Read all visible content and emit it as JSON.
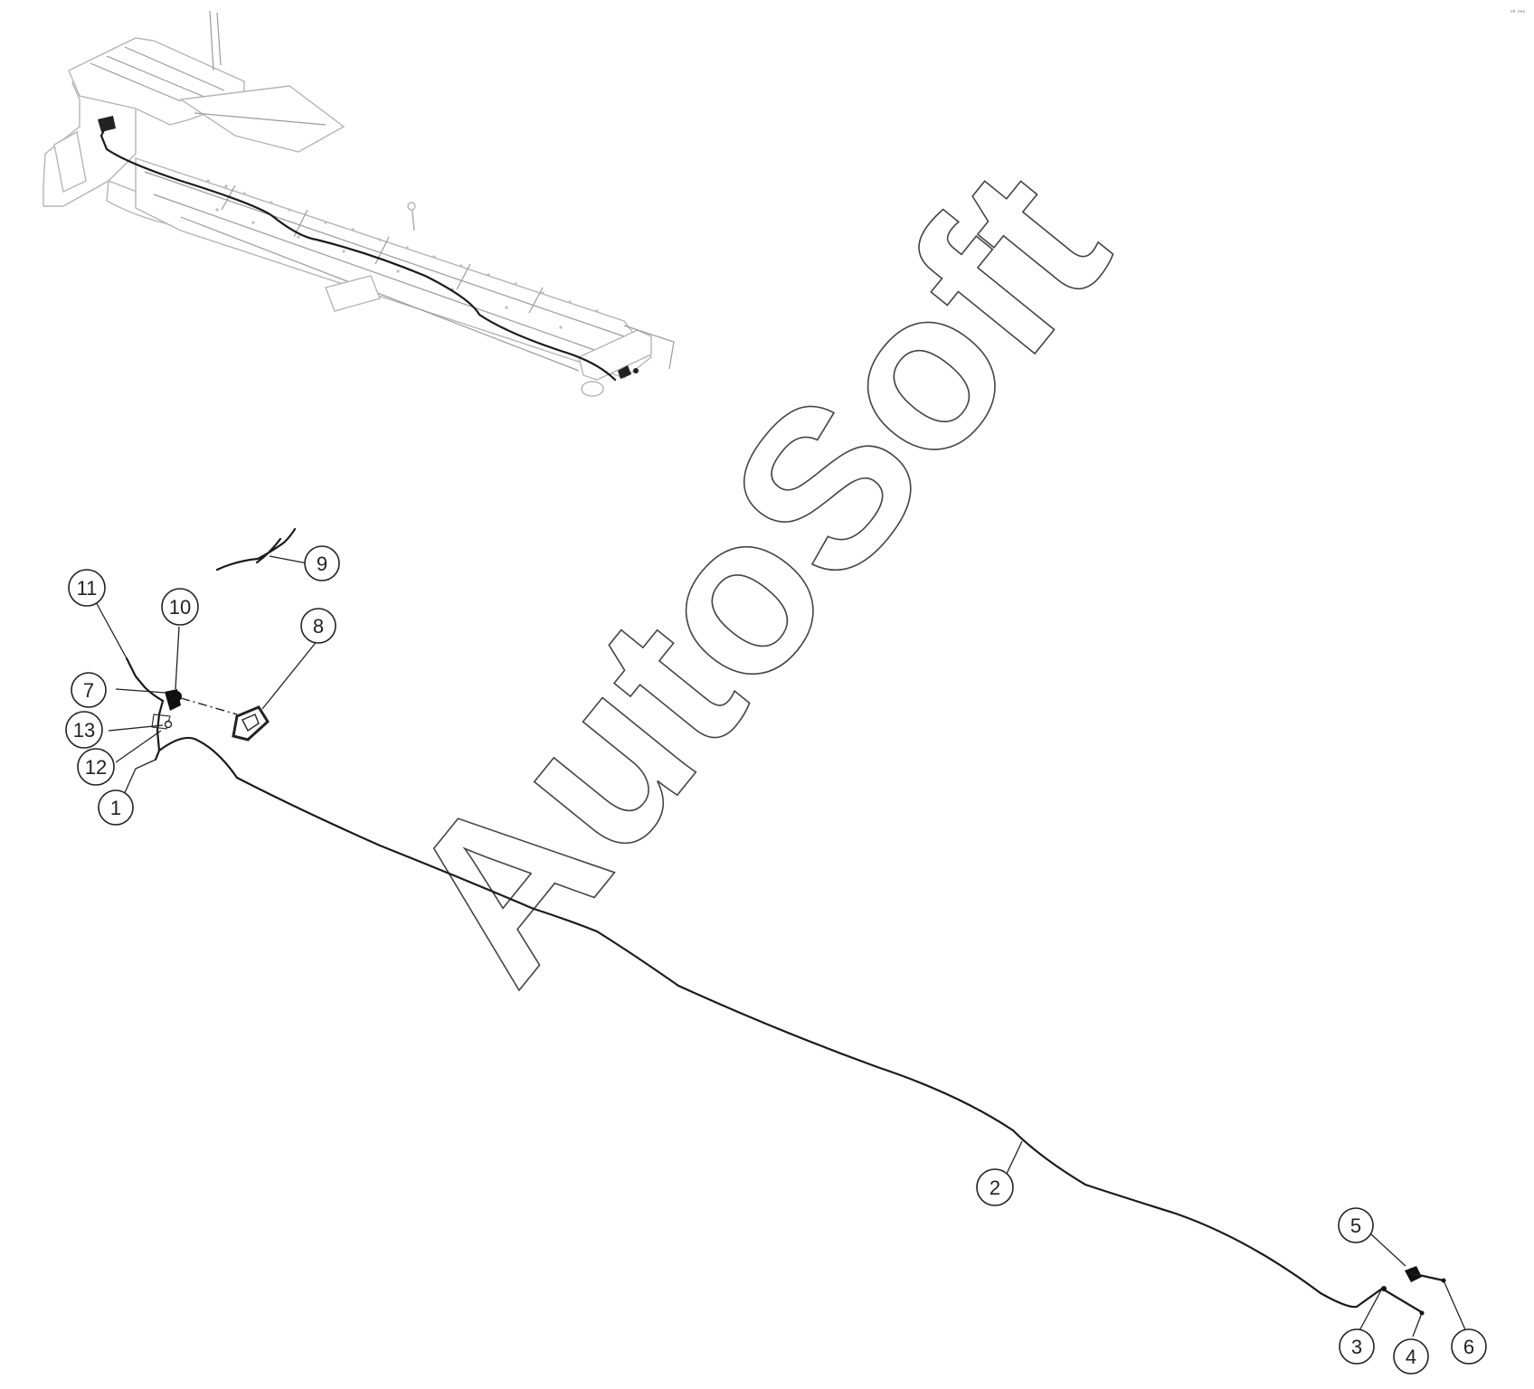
{
  "diagram": {
    "watermark": "AutoSoft",
    "corner_mark": "ᵃᵇ ᵃᵃᵃ",
    "callouts": [
      {
        "id": "c1",
        "label": "1"
      },
      {
        "id": "c2",
        "label": "2"
      },
      {
        "id": "c3",
        "label": "3"
      },
      {
        "id": "c4",
        "label": "4"
      },
      {
        "id": "c5",
        "label": "5"
      },
      {
        "id": "c6",
        "label": "6"
      },
      {
        "id": "c7",
        "label": "7"
      },
      {
        "id": "c8",
        "label": "8"
      },
      {
        "id": "c9",
        "label": "9"
      },
      {
        "id": "c10",
        "label": "10"
      },
      {
        "id": "c11",
        "label": "11"
      },
      {
        "id": "c12",
        "label": "12"
      },
      {
        "id": "c13",
        "label": "13"
      }
    ]
  }
}
